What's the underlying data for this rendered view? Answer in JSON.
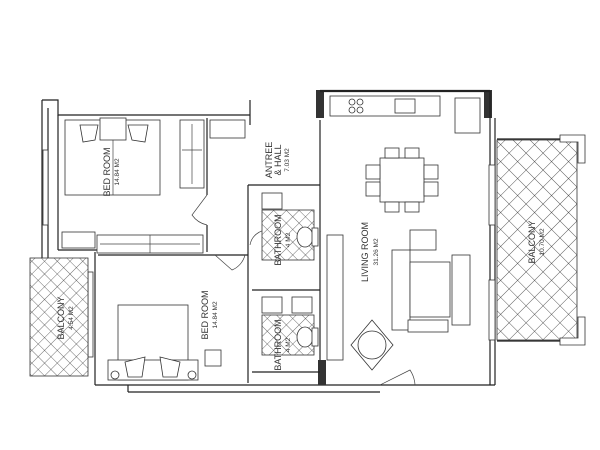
{
  "rooms": {
    "bedroom_top": {
      "name": "BED ROOM",
      "area": "14.84 M2"
    },
    "bedroom_bottom": {
      "name": "BED ROOM",
      "area": "14.84 M2"
    },
    "hall": {
      "line1": "ANTREE",
      "line2": "& HALL",
      "area": "7.03 M2"
    },
    "bathroom_top": {
      "name": "BATHROOM",
      "area": "4 M2"
    },
    "bathroom_bottom": {
      "name": "BATHROOM",
      "area": "4 M2"
    },
    "living": {
      "name": "LIVING ROOM",
      "area": "31.26 M2"
    },
    "balcony_left": {
      "name": "BALCONY",
      "area": "4.54 M2"
    },
    "balcony_right": {
      "name": "BALCONY",
      "area": "10.70 M2"
    }
  },
  "colors": {
    "lines": "#222222",
    "background": "#ffffff"
  }
}
